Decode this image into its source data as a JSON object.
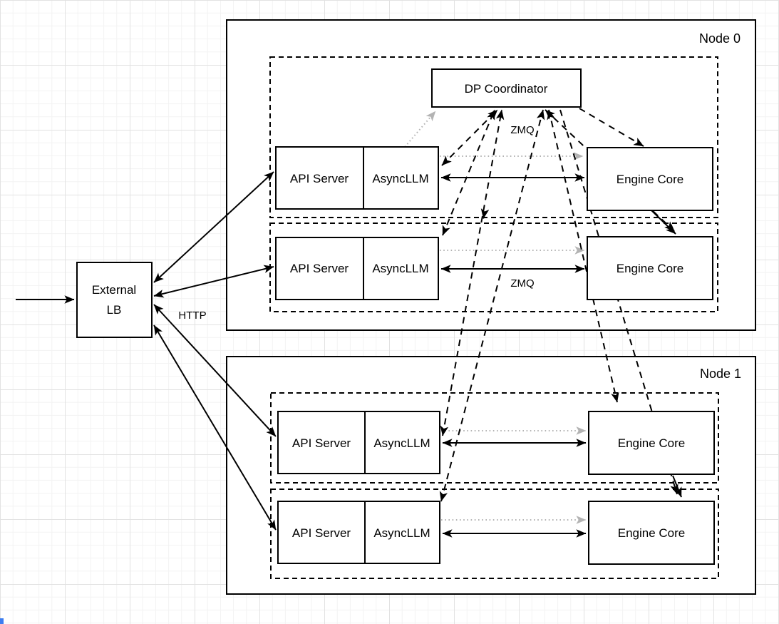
{
  "colors": {
    "line": "#000000",
    "handshake_dotted": "#b3b3b3",
    "background": "#ffffff",
    "grid_minor": "#f3f3f3",
    "grid_major": "#e2e2e2",
    "page_corner_accent": "#3d7df0"
  },
  "dp_coordinator": {
    "label": "DP Coordinator"
  },
  "external_lb": {
    "line1": "External",
    "line2": "LB"
  },
  "labels": {
    "http": "HTTP",
    "zmq_coordinator": "ZMQ",
    "zmq_engine": "ZMQ"
  },
  "node0": {
    "label": "Node 0",
    "rows": [
      {
        "api_server": "API Server",
        "async_llm": "AsyncLLM",
        "engine_core": "Engine Core"
      },
      {
        "api_server": "API Server",
        "async_llm": "AsyncLLM",
        "engine_core": "Engine Core"
      }
    ]
  },
  "node1": {
    "label": "Node 1",
    "rows": [
      {
        "api_server": "API Server",
        "async_llm": "AsyncLLM",
        "engine_core": "Engine Core"
      },
      {
        "api_server": "API Server",
        "async_llm": "AsyncLLM",
        "engine_core": "Engine Core"
      }
    ]
  }
}
